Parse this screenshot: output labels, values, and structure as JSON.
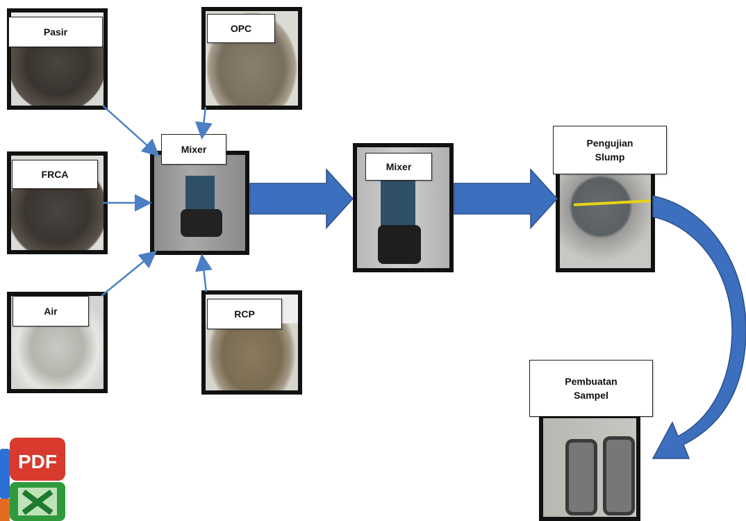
{
  "nodes": {
    "pasir": "Pasir",
    "opc": "OPC",
    "frca": "FRCA",
    "mixer_1": "Mixer",
    "mixer_2": "Mixer",
    "slump": "Pengujian\nSlump",
    "air": "Air",
    "rcp": "RCP",
    "sampel": "Pembuatan\nSampel"
  },
  "icons": {
    "pdf_label": "PDF",
    "names": [
      "pdf-icon",
      "excel-icon",
      "word-icon"
    ]
  },
  "colors": {
    "thin_arrow": "#4a7fc3",
    "big_arrow": "#3c6fbe",
    "big_arrow_outline": "#2c4f8a"
  }
}
